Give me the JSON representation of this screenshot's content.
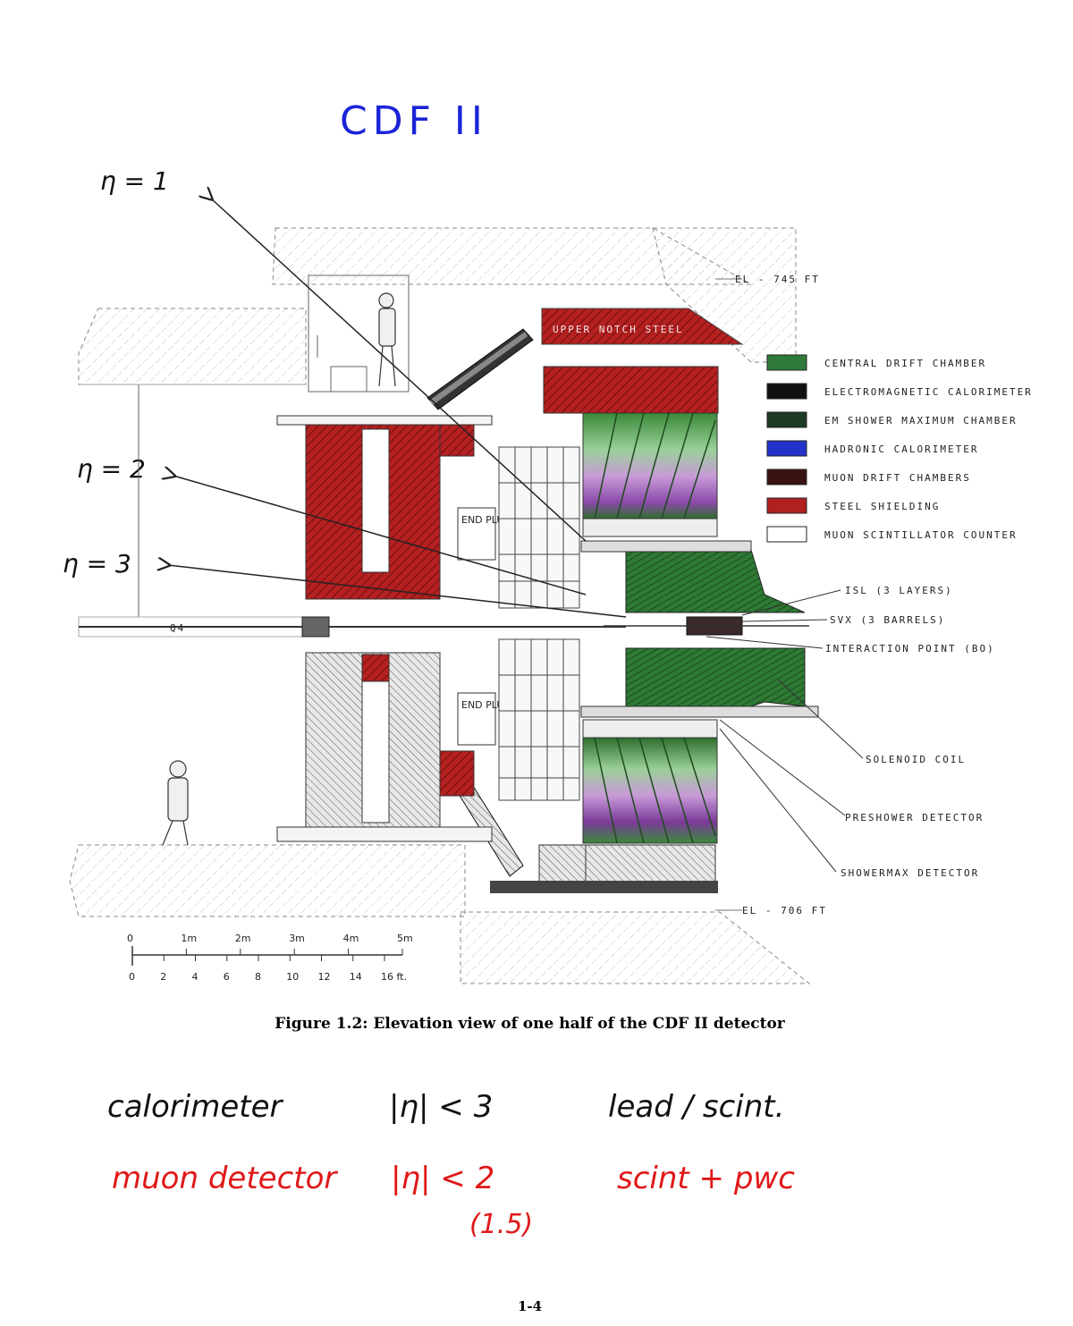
{
  "header": {
    "handwritten_title": "CDF II"
  },
  "eta_labels": [
    "η = 1",
    "η = 2",
    "η = 3"
  ],
  "diagram": {
    "upper_notch_label": "UPPER NOTCH STEEL",
    "q4_label": "Q4",
    "end_box_label_top": "END PLUG BOX",
    "end_box_label_bottom": "END PLUG BOX",
    "elevation_top": "EL - 745 FT",
    "elevation_bottom": "EL - 706 FT",
    "legend": [
      {
        "label": "CENTRAL DRIFT CHAMBER",
        "color": "#2f7a3a"
      },
      {
        "label": "ELECTROMAGNETIC CALORIMETER",
        "color": "#111111"
      },
      {
        "label": "EM SHOWER MAXIMUM CHAMBER",
        "color": "#1d3b22"
      },
      {
        "label": "HADRONIC CALORIMETER",
        "color": "#2233cc"
      },
      {
        "label": "MUON DRIFT CHAMBERS",
        "color": "#3a1212"
      },
      {
        "label": "STEEL SHIELDING",
        "color": "#b02020"
      },
      {
        "label": "MUON SCINTILLATOR COUNTER",
        "color": "#ffffff"
      }
    ],
    "callouts": [
      "ISL (3 LAYERS)",
      "SVX (3 BARRELS)",
      "INTERACTION POINT (BO)",
      "SOLENOID COIL",
      "PRESHOWER DETECTOR",
      "SHOWERMAX DETECTOR"
    ],
    "scale": {
      "m_ticks": [
        "0",
        "1m",
        "2m",
        "3m",
        "4m",
        "5m"
      ],
      "ft_ticks": [
        "0",
        "2",
        "4",
        "6",
        "8",
        "10",
        "12",
        "14",
        "16 ft."
      ]
    }
  },
  "caption": "Figure 1.2: Elevation view of one half of the CDF II detector",
  "notes": [
    {
      "col1": "calorimeter",
      "col2": "|η| < 3",
      "col3": "lead / scint."
    },
    {
      "col1": "muon detector",
      "col2": "|η| < 2",
      "col3": "scint + pwc",
      "sub": "(1.5)"
    }
  ],
  "page_number": "1-4"
}
